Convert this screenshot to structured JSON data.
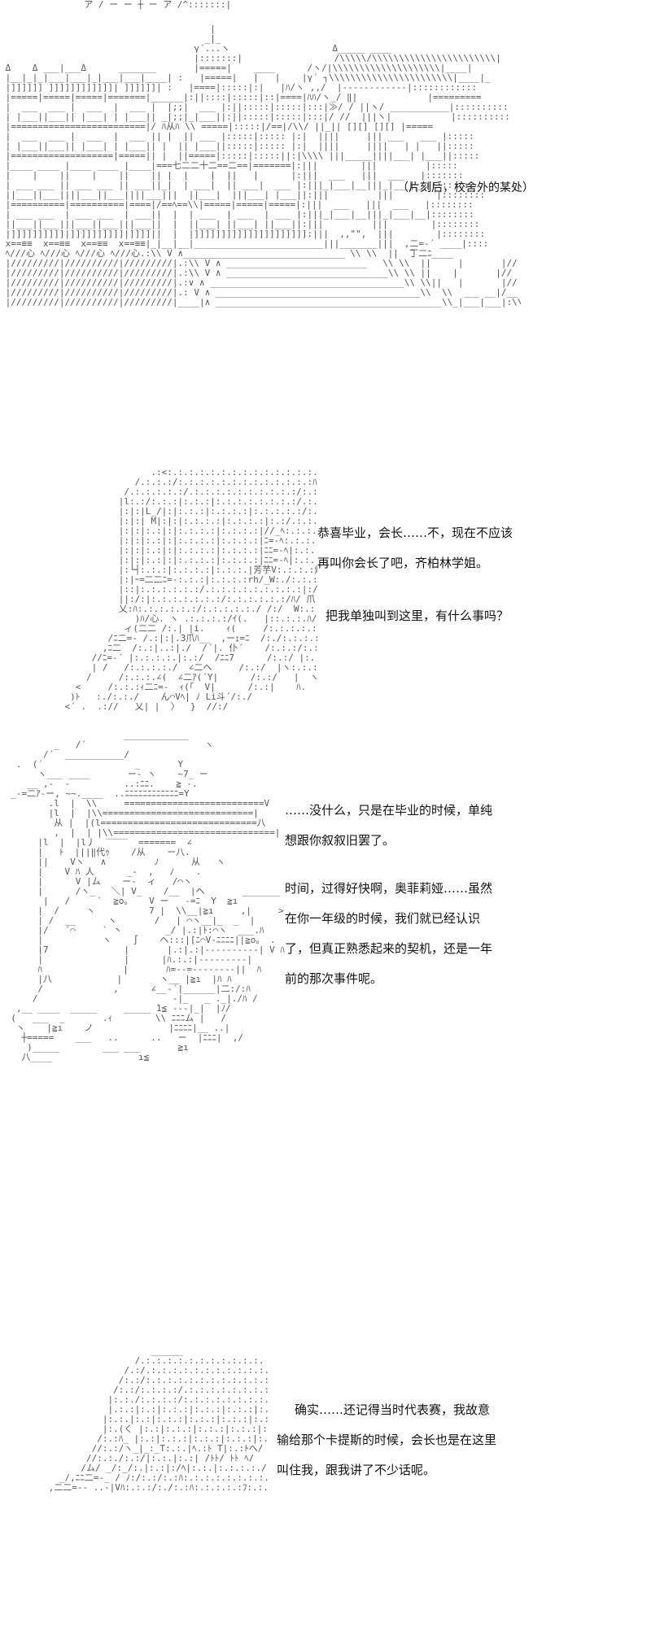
{
  "scene1": {
    "top_fragment": "  ア / ー ー ┼ ー ア /^:::::::|",
    "note": "（片刻后，校舍外的某处）"
  },
  "scene2": {
    "lines": [
      "恭喜毕业，会长……不，现在不应该再叫你会长了吧，齐柏林学姐。",
      "把我单独叫到这里，有什么事吗？"
    ]
  },
  "scene3": {
    "lines": [
      "……没什么，只是在毕业的时候，单纯想跟你叙叙旧罢了。",
      "时间，过得好快啊，奥菲莉娅……虽然在你一年级的时候，我们就已经认识了，但真正熟悉起来的契机，还是一年前的那次事件呢。"
    ]
  },
  "scene4": {
    "lines": [
      "确实……还记得当时代表赛，我故意输给那个卡提斯的时候，会长也是在这里叫住我，跟我讲了不少话呢。"
    ]
  }
}
